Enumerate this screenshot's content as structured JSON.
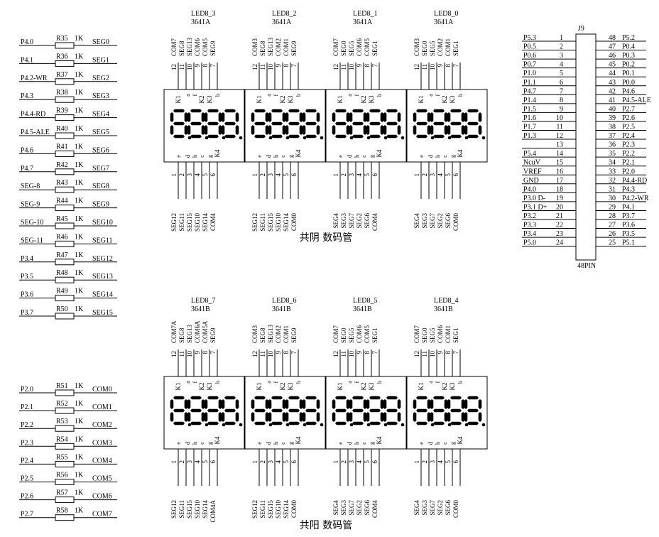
{
  "left_top_resistors": [
    {
      "net": "P4.0",
      "ref": "R35",
      "val": "1K",
      "seg": "SEG0"
    },
    {
      "net": "P4.1",
      "ref": "R36",
      "val": "1K",
      "seg": "SEG1"
    },
    {
      "net": "P4.2-WR",
      "ref": "R37",
      "val": "1K",
      "seg": "SEG2"
    },
    {
      "net": "P4.3",
      "ref": "R38",
      "val": "1K",
      "seg": "SEG3"
    },
    {
      "net": "P4.4-RD",
      "ref": "R39",
      "val": "1K",
      "seg": "SEG4"
    },
    {
      "net": "P4.5-ALE",
      "ref": "R40",
      "val": "1K",
      "seg": "SEG5"
    },
    {
      "net": "P4.6",
      "ref": "R41",
      "val": "1K",
      "seg": "SEG6"
    },
    {
      "net": "P4.7",
      "ref": "R42",
      "val": "1K",
      "seg": "SEG7"
    },
    {
      "net": "SEG-8",
      "ref": "R43",
      "val": "1K",
      "seg": "SEG8"
    },
    {
      "net": "SEG-9",
      "ref": "R44",
      "val": "1K",
      "seg": "SEG9"
    },
    {
      "net": "SEG-10",
      "ref": "R45",
      "val": "1K",
      "seg": "SEG10"
    },
    {
      "net": "SEG-11",
      "ref": "R46",
      "val": "1K",
      "seg": "SEG11"
    },
    {
      "net": "P3.4",
      "ref": "R47",
      "val": "1K",
      "seg": "SEG12"
    },
    {
      "net": "P3.5",
      "ref": "R48",
      "val": "1K",
      "seg": "SEG13"
    },
    {
      "net": "P3.6",
      "ref": "R49",
      "val": "1K",
      "seg": "SEG14"
    },
    {
      "net": "P3.7",
      "ref": "R50",
      "val": "1K",
      "seg": "SEG15"
    }
  ],
  "left_bottom_resistors": [
    {
      "net": "P2.0",
      "ref": "R51",
      "val": "1K",
      "seg": "COM0"
    },
    {
      "net": "P2.1",
      "ref": "R52",
      "val": "1K",
      "seg": "COM1"
    },
    {
      "net": "P2.2",
      "ref": "R53",
      "val": "1K",
      "seg": "COM2"
    },
    {
      "net": "P2.3",
      "ref": "R54",
      "val": "1K",
      "seg": "COM3"
    },
    {
      "net": "P2.4",
      "ref": "R55",
      "val": "1K",
      "seg": "COM4"
    },
    {
      "net": "P2.5",
      "ref": "R56",
      "val": "1K",
      "seg": "COM5"
    },
    {
      "net": "P2.6",
      "ref": "R57",
      "val": "1K",
      "seg": "COM6"
    },
    {
      "net": "P2.7",
      "ref": "R58",
      "val": "1K",
      "seg": "COM7"
    }
  ],
  "top_row_caption": "共阴 数码管",
  "bottom_row_caption": "共阳 数码管",
  "inner_top_labels": [
    "K1",
    "a",
    "f",
    "K2",
    "K3",
    "b"
  ],
  "inner_bottom_labels": [
    "e",
    "d",
    "h",
    "c",
    "g",
    "K4"
  ],
  "displays_top": [
    {
      "name": "LED8_3",
      "part": "3641A",
      "top_pins": [
        "COM7",
        "SEG8",
        "SEG13",
        "COM6",
        "COM5",
        "SEG9"
      ],
      "bottom_pins": [
        "SEG12",
        "SEG11",
        "SEG15",
        "SEG10",
        "SEG14",
        "COM4"
      ]
    },
    {
      "name": "LED8_2",
      "part": "3641A",
      "top_pins": [
        "COM3",
        "SEG8",
        "SEG13",
        "COM2",
        "COM1",
        "SEG9"
      ],
      "bottom_pins": [
        "SEG12",
        "SEG11",
        "SEG15",
        "SEG10",
        "SEG14",
        "COM0"
      ]
    },
    {
      "name": "LED8_1",
      "part": "3641A",
      "top_pins": [
        "COM7",
        "SEG0",
        "SEG5",
        "COM6",
        "COM5",
        "SEG1"
      ],
      "bottom_pins": [
        "SEG4",
        "SEG3",
        "SEG7",
        "SEG2",
        "SEG6",
        "COM4"
      ]
    },
    {
      "name": "LED8_0",
      "part": "3641A",
      "top_pins": [
        "COM3",
        "SEG0",
        "SEG5",
        "COM2",
        "COM1",
        "SEG1"
      ],
      "bottom_pins": [
        "SEG4",
        "SEG3",
        "SEG7",
        "SEG2",
        "SEG6",
        "COM0"
      ]
    }
  ],
  "displays_bottom": [
    {
      "name": "LED8_7",
      "part": "3641B",
      "top_pins": [
        "COM7A",
        "SEG8",
        "SEG13",
        "COM6A",
        "COM5A",
        "SEG9"
      ],
      "bottom_pins": [
        "SEG12",
        "SEG11",
        "SEG15",
        "SEG10",
        "SEG14",
        "COM4A"
      ]
    },
    {
      "name": "LED8_6",
      "part": "3641B",
      "top_pins": [
        "COM3",
        "SEG8",
        "SEG13",
        "COM2",
        "COM1",
        "SEG9"
      ],
      "bottom_pins": [
        "SEG12",
        "SEG11",
        "SEG15",
        "SEG10",
        "SEG14",
        "COM0"
      ]
    },
    {
      "name": "LED8_5",
      "part": "3641B",
      "top_pins": [
        "COM7",
        "SEG0",
        "SEG5",
        "COM6",
        "COM5",
        "SEG1"
      ],
      "bottom_pins": [
        "SEG4",
        "SEG3",
        "SEG7",
        "SEG2",
        "SEG6",
        "COM4"
      ]
    },
    {
      "name": "LED8_4",
      "part": "3641B",
      "top_pins": [
        "COM7",
        "SEG0",
        "SEG5",
        "COM6",
        "COM1",
        "SEG1"
      ],
      "bottom_pins": [
        "SEG4",
        "SEG3",
        "SEG7",
        "SEG2",
        "SEG6",
        "COM0"
      ]
    }
  ],
  "pin_numbers_top": [
    "12",
    "11",
    "10",
    "9",
    "8",
    "7"
  ],
  "pin_numbers_bottom": [
    "1",
    "2",
    "3",
    "4",
    "5",
    "6"
  ],
  "connector": {
    "ref": "J9",
    "part": "48PIN",
    "left": [
      {
        "net": "P5.3",
        "pin": "1"
      },
      {
        "net": "P0.5",
        "pin": "2"
      },
      {
        "net": "P0.6",
        "pin": "3"
      },
      {
        "net": "P0.7",
        "pin": "4"
      },
      {
        "net": "P1.0",
        "pin": "5"
      },
      {
        "net": "P1.1",
        "pin": "6"
      },
      {
        "net": "P4.7",
        "pin": "7"
      },
      {
        "net": "P1.4",
        "pin": "8"
      },
      {
        "net": "P1.5",
        "pin": "9"
      },
      {
        "net": "P1.6",
        "pin": "10"
      },
      {
        "net": "P1.7",
        "pin": "11"
      },
      {
        "net": "P1.3",
        "pin": "12"
      },
      {
        "net": "",
        "pin": "13"
      },
      {
        "net": "P5.4",
        "pin": "14"
      },
      {
        "net": "NcuV",
        "pin": "15"
      },
      {
        "net": "VREF",
        "pin": "16"
      },
      {
        "net": "GND",
        "pin": "17"
      },
      {
        "net": "P4.0",
        "pin": "18"
      },
      {
        "net": "P3.0 D-",
        "pin": "19"
      },
      {
        "net": "P3.1 D+",
        "pin": "20"
      },
      {
        "net": "P3.2",
        "pin": "21"
      },
      {
        "net": "P3.3",
        "pin": "22"
      },
      {
        "net": "P3.4",
        "pin": "23"
      },
      {
        "net": "P5.0",
        "pin": "24"
      }
    ],
    "right": [
      {
        "net": "P5.2",
        "pin": "48"
      },
      {
        "net": "P0.4",
        "pin": "47"
      },
      {
        "net": "P0.3",
        "pin": "46"
      },
      {
        "net": "P0.2",
        "pin": "45"
      },
      {
        "net": "P0.1",
        "pin": "44"
      },
      {
        "net": "P0.0",
        "pin": "43"
      },
      {
        "net": "P4.6",
        "pin": "42"
      },
      {
        "net": "P4.5-ALE",
        "pin": "41"
      },
      {
        "net": "P2.7",
        "pin": "40"
      },
      {
        "net": "P2.6",
        "pin": "39"
      },
      {
        "net": "P2.5",
        "pin": "38"
      },
      {
        "net": "P2.4",
        "pin": "37"
      },
      {
        "net": "P2.3",
        "pin": "36"
      },
      {
        "net": "P2.2",
        "pin": "35"
      },
      {
        "net": "P2.1",
        "pin": "34"
      },
      {
        "net": "P2.0",
        "pin": "33"
      },
      {
        "net": "P4.4-RD",
        "pin": "32"
      },
      {
        "net": "P4.3",
        "pin": "31"
      },
      {
        "net": "P4.2-WR",
        "pin": "30"
      },
      {
        "net": "P4.1",
        "pin": "29"
      },
      {
        "net": "P3.7",
        "pin": "28"
      },
      {
        "net": "P3.6",
        "pin": "27"
      },
      {
        "net": "P3.5",
        "pin": "26"
      },
      {
        "net": "P5.1",
        "pin": "25"
      }
    ]
  }
}
